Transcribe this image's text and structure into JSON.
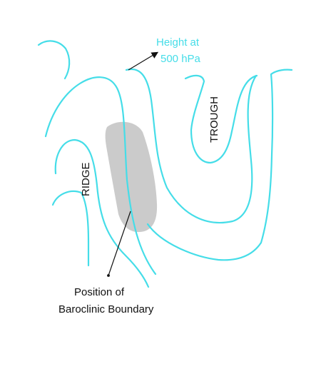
{
  "diagram": {
    "height_label": {
      "line1": "Height at",
      "line2": "500 hPa"
    },
    "trough_label": "TROUGH",
    "ridge_label": "RIDGE",
    "boundary_label": {
      "line1": "Position of",
      "line2": "Baroclinic Boundary"
    }
  },
  "colors": {
    "contour": "#45dde8",
    "boundary_zone": "#cbcbcb",
    "text": "#111111"
  }
}
